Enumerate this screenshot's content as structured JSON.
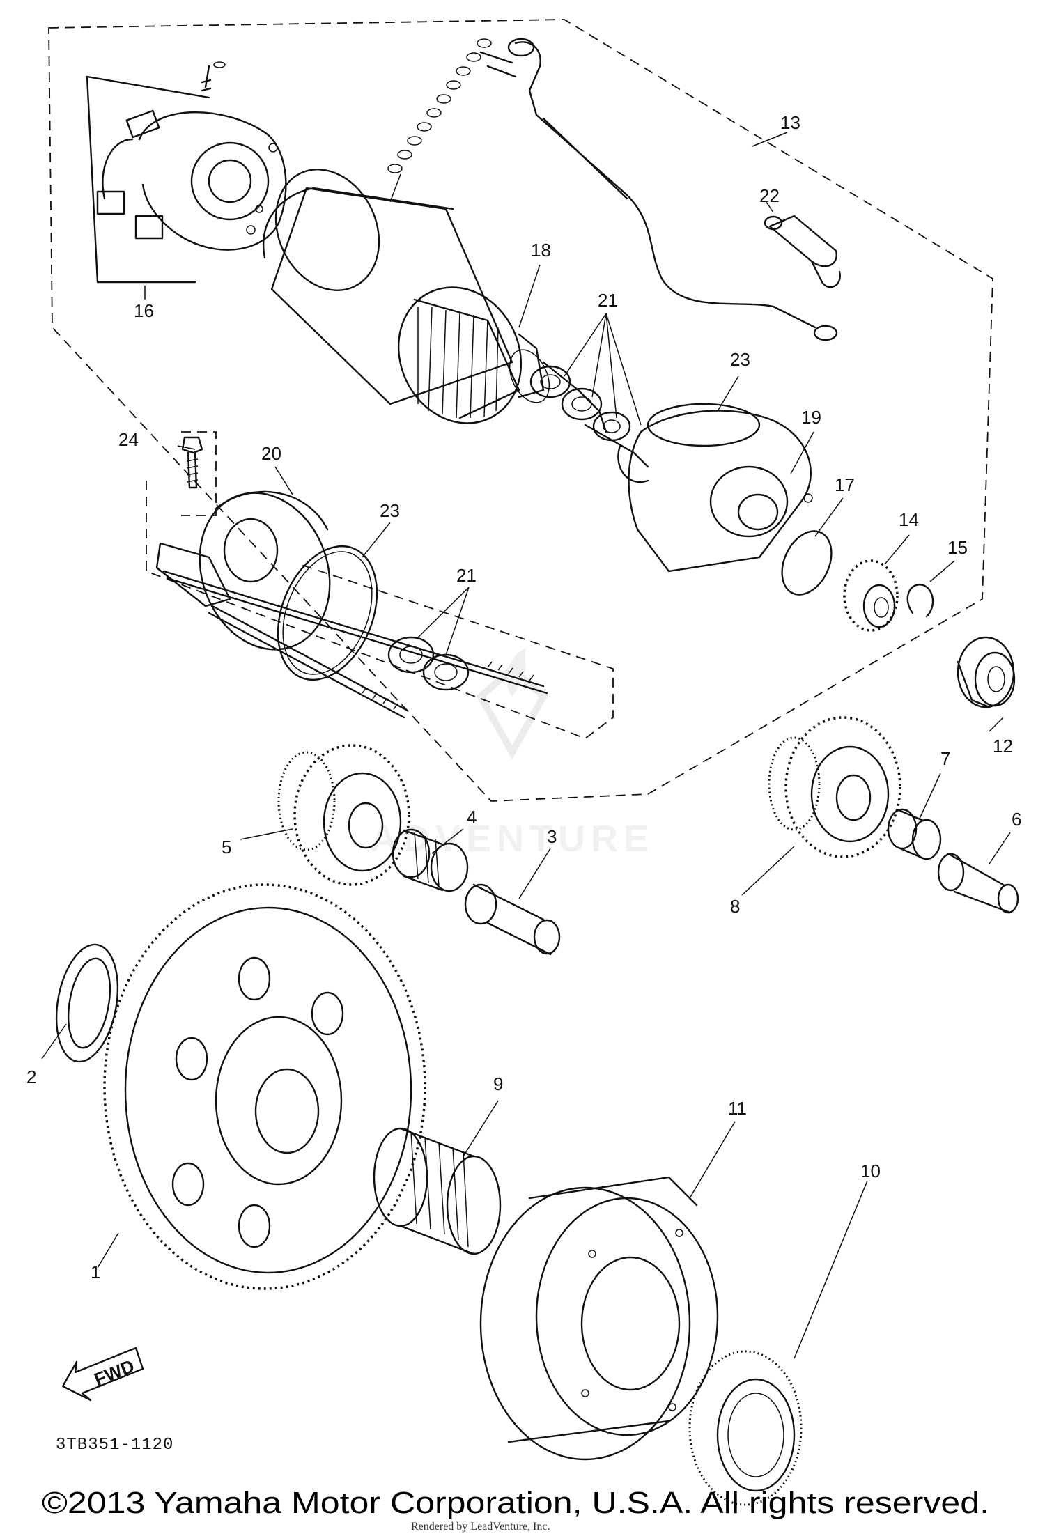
{
  "diagram": {
    "callouts": [
      "1",
      "2",
      "3",
      "4",
      "5",
      "6",
      "7",
      "8",
      "9",
      "10",
      "11",
      "12",
      "13",
      "14",
      "15",
      "16",
      "17",
      "18",
      "19",
      "20",
      "21",
      "21",
      "22",
      "23",
      "23",
      "24"
    ],
    "diagram_code": "3TB351-1120",
    "direction_arrow": "FWD",
    "copyright": "©2013 Yamaha Motor Corporation, U.S.A. All rights reserved.",
    "rendered_by": "Rendered by LeadVenture, Inc.",
    "watermark": "ADVENTURE"
  }
}
